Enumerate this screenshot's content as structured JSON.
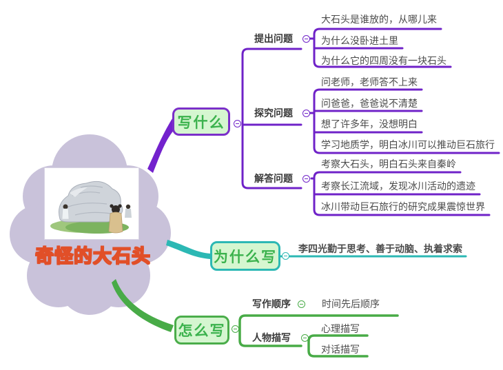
{
  "central": {
    "title": "奇怪的大石头",
    "image": "kids-observing-big-rock-illustration"
  },
  "branches": [
    {
      "label": "写什么",
      "color": "#6F22C8",
      "children": [
        {
          "label": "提出问题",
          "children": [
            "大石头是谁放的，从哪儿来",
            "为什么没卧进土里",
            "为什么它的四周没有一块石头"
          ]
        },
        {
          "label": "探究问题",
          "children": [
            "问老师，老师答不上来",
            "问爸爸，爸爸说不清楚",
            "想了许多年，没想明白",
            "学习地质学，明白冰川可以推动巨石旅行"
          ]
        },
        {
          "label": "解答问题",
          "children": [
            "考察大石头，明白石头来自秦岭",
            "考察长江流域，发现冰川活动的遗迹",
            "冰川带动巨石旅行的研究成果震惊世界"
          ]
        }
      ]
    },
    {
      "label": "为什么写",
      "color": "#2CB8B4",
      "children": [
        "李四光勤于思考、善于动脑、执着求索"
      ]
    },
    {
      "label": "怎么写",
      "color": "#48AB47",
      "children": [
        {
          "label": "写作顺序",
          "children": [
            "时间先后顺序"
          ]
        },
        {
          "label": "人物描写",
          "children": [
            "心理描写",
            "对话描写"
          ]
        }
      ]
    }
  ],
  "icons": {
    "collapse": "minus-circle"
  },
  "colors": {
    "purple_branch": "#6F22C8",
    "teal_branch": "#2CB8B4",
    "green_branch": "#48AB47",
    "node_fill": "#D5F6D0",
    "node_text": "#3BB24D",
    "cloud_fill": "#C9C2DA",
    "leaf_text": "#4B4B4B",
    "title_fill": "#FFE12E",
    "title_outline": "#E14F28"
  }
}
